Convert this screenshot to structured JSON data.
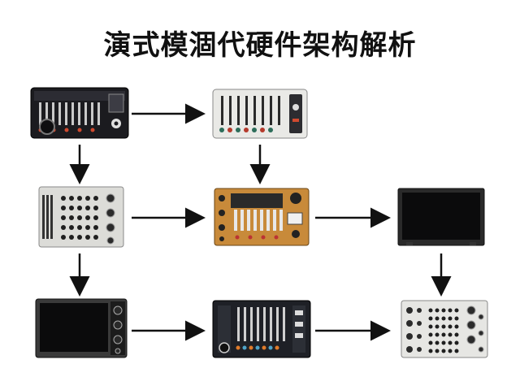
{
  "title": "演式模涸代硬件架构解析",
  "nodes": [
    {
      "id": "n1",
      "kind": "mixer-dark"
    },
    {
      "id": "n2",
      "kind": "mixer-white"
    },
    {
      "id": "n3",
      "kind": "panel-gray"
    },
    {
      "id": "n4",
      "kind": "board-orange"
    },
    {
      "id": "n5",
      "kind": "monitor"
    },
    {
      "id": "n6",
      "kind": "monitor-knobs"
    },
    {
      "id": "n7",
      "kind": "console-dark"
    },
    {
      "id": "n8",
      "kind": "panel-white"
    }
  ],
  "edges": [
    {
      "from": "n1",
      "to": "n2"
    },
    {
      "from": "n1",
      "to": "n3"
    },
    {
      "from": "n2",
      "to": "n4"
    },
    {
      "from": "n3",
      "to": "n4"
    },
    {
      "from": "n3",
      "to": "n6"
    },
    {
      "from": "n4",
      "to": "n5"
    },
    {
      "from": "n5",
      "to": "n8"
    },
    {
      "from": "n6",
      "to": "n7"
    },
    {
      "from": "n7",
      "to": "n8"
    }
  ]
}
